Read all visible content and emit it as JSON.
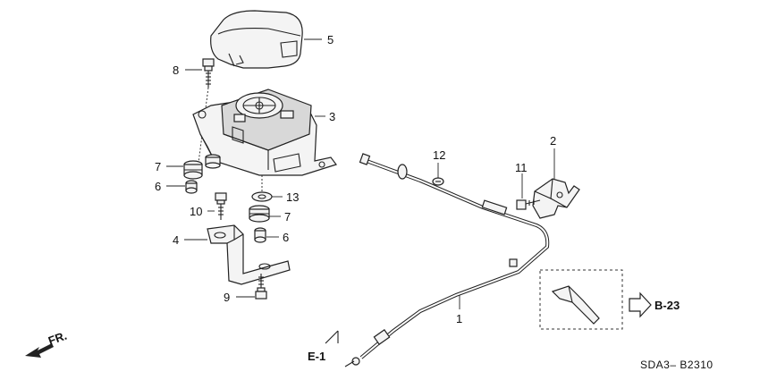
{
  "diagram": {
    "callouts": {
      "p1": "1",
      "p2": "2",
      "p3": "3",
      "p4": "4",
      "p5": "5",
      "p6a": "6",
      "p6b": "6",
      "p7a": "7",
      "p7b": "7",
      "p8": "8",
      "p9": "9",
      "p10": "10",
      "p11": "11",
      "p12": "12",
      "p13": "13"
    },
    "refs": {
      "b23": "B-23",
      "e1": "E-1"
    },
    "front_label": "FR.",
    "diagram_code": "SDA3– B2310"
  }
}
